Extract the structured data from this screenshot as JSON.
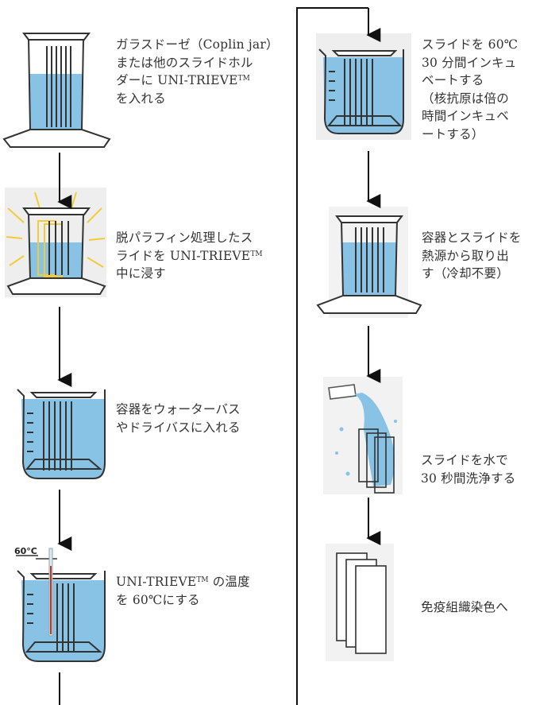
{
  "left_steps": [
    {
      "lines": [
        "ガラスドーゼ（Coplin jar）",
        "または他のスライドホル",
        "ダーに UNI-TRIEVE",
        "を入れる"
      ],
      "tm": "TM"
    },
    {
      "lines": [
        "脱パラフィン処理したス",
        "ライドを UNI-TRIEVE",
        "中に浸す"
      ],
      "tm": "TM"
    },
    {
      "lines": [
        "容器をウォーターバス",
        "やドライバスに入れる"
      ]
    },
    {
      "lines": [
        "UNI-TRIEVE",
        "を 60℃にする"
      ],
      "tm": "TM",
      "tm_suffix": " の温度",
      "thermo_label": "60°C"
    }
  ],
  "right_steps": [
    {
      "lines": [
        "スライドを 60℃",
        "30 分間インキュ",
        "ベートする",
        "（核抗原は倍の",
        "時間インキュベ",
        "ートする）"
      ]
    },
    {
      "lines": [
        "容器とスライドを",
        "熱源から取り出",
        "す（冷却不要）"
      ]
    },
    {
      "lines": [
        "スライドを水で",
        "30 秒間洗浄する"
      ]
    },
    {
      "lines": [
        "免疫組織染色へ"
      ]
    }
  ],
  "colors": {
    "water": "#88c2e4",
    "glow": "#f2cc38",
    "arrow": "#111111",
    "thermo": "#c0392b"
  }
}
